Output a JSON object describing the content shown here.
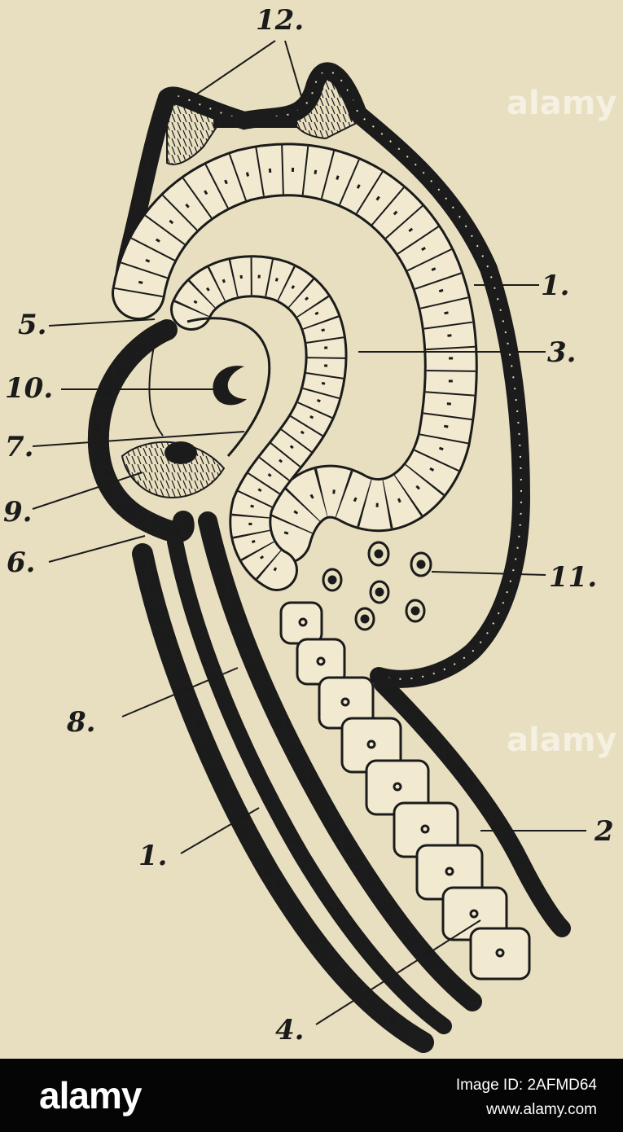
{
  "figure": {
    "labels": {
      "l12": "12.",
      "l1_top": "1.",
      "l5": "5.",
      "l3": "3.",
      "l10": "10.",
      "l7": "7.",
      "l9": "9.",
      "l6": "6.",
      "l11": "11.",
      "l8": "8.",
      "l2": "2",
      "l1_bottom": "1.",
      "l4": "4."
    },
    "watermark": "alamy"
  },
  "footer": {
    "brand": "alamy",
    "image_id": "Image ID: 2AFMD64",
    "site": "www.alamy.com"
  },
  "colors": {
    "paper": "#e8dfc0",
    "ink": "#1b1b1b",
    "footer_bg": "#050505"
  }
}
